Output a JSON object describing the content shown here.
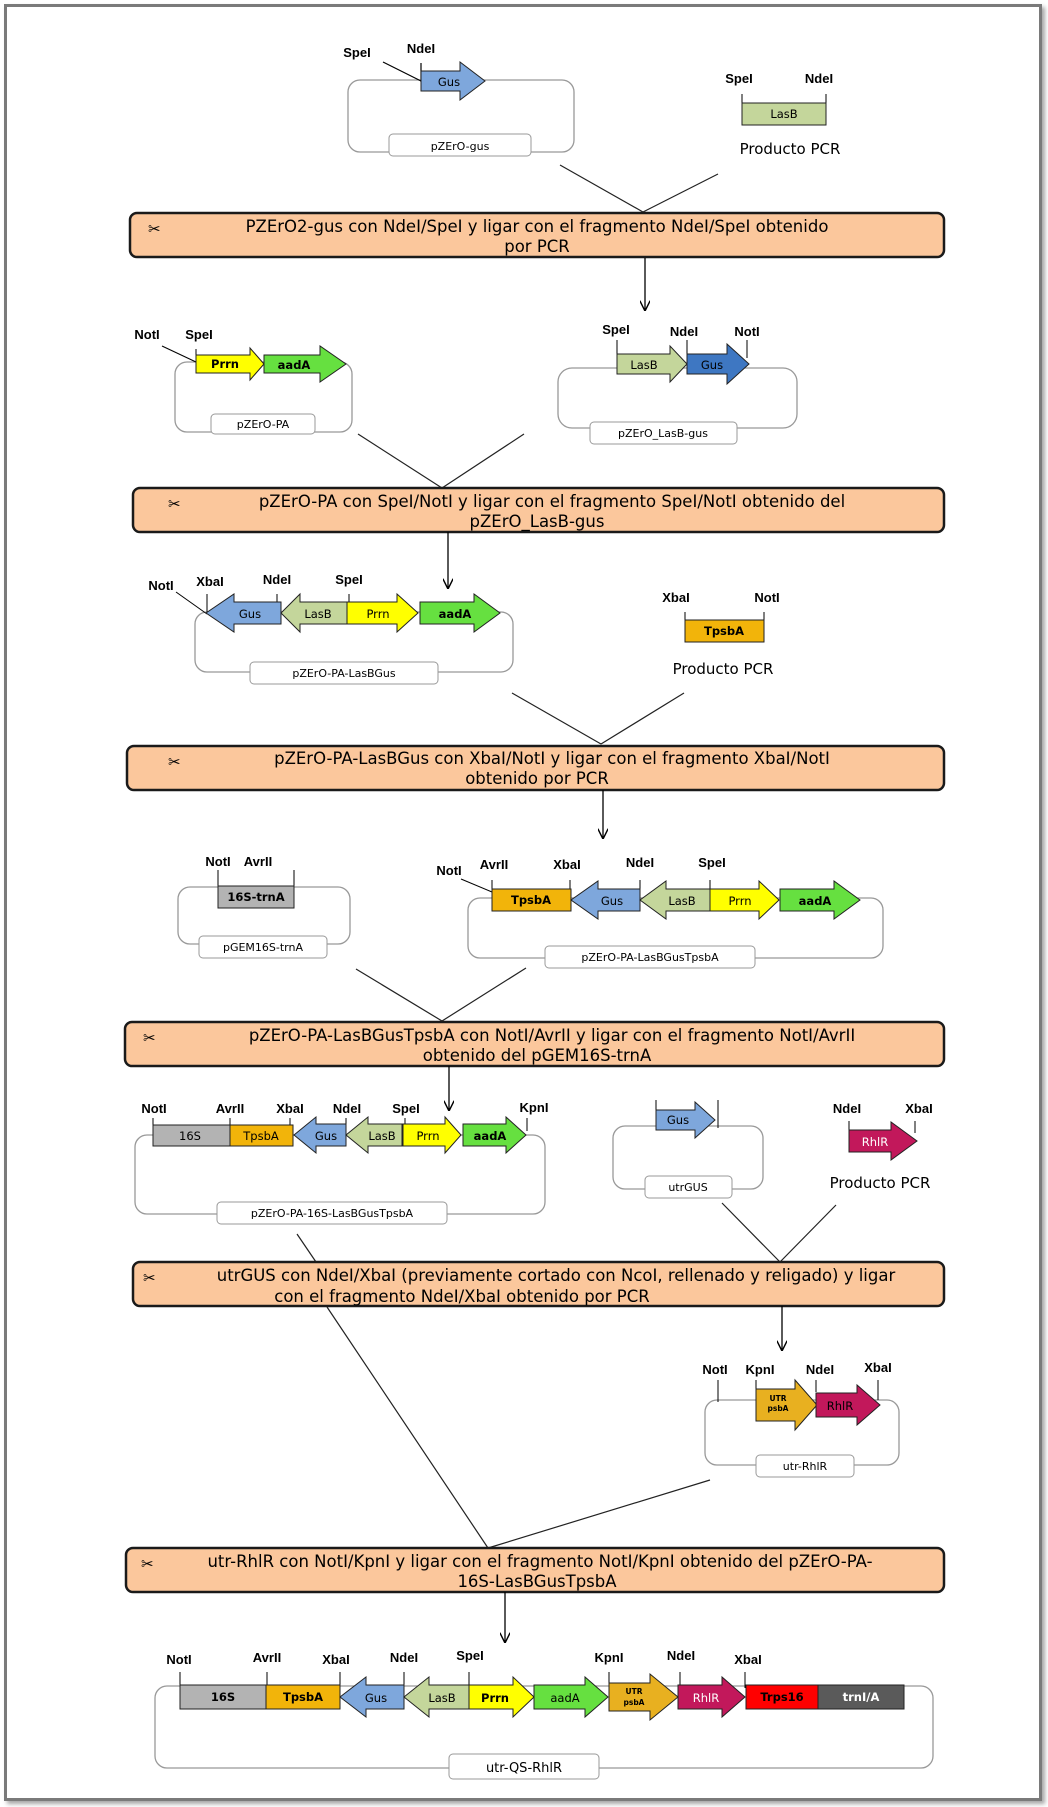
{
  "plasmids": {
    "pzero_gus": "pZErO-gus",
    "pzero_pa": "pZErO-PA",
    "pzero_lasb_gus": "pZErO_LasB-gus",
    "pzero_pa_lasbgus": "pZErO-PA-LasBGus",
    "pgem16s": "pGEM16S-trnA",
    "pzero_pa_lasbgustpsba": "pZErO-PA-LasBGusTpsbA",
    "pzero_pa_16s": "pZErO-PA-16S-LasBGusTpsbA",
    "utrgus": "utrGUS",
    "utr_rhlr": "utr-RhlR",
    "utr_qs_rhlr": "utr-QS-RhlR"
  },
  "genes": {
    "gus": "Gus",
    "lasb": "LasB",
    "prrn": "Prrn",
    "aada": "aadA",
    "tpsba": "TpsbA",
    "s16_trna": "16S-trnA",
    "s16": "16S",
    "rhlr": "RhlR",
    "utr1": "UTR",
    "utr2": "psbA",
    "trps16": "Trps16",
    "trnia": "trnI/A"
  },
  "sites": {
    "spei": "SpeI",
    "ndei": "NdeI",
    "noti": "NotI",
    "xbai": "XbaI",
    "avrii": "AvrII",
    "kpni": "KpnI"
  },
  "pcr_product": "Producto PCR",
  "steps": {
    "s1_l1": "PZErO2-gus con NdeI/SpeI  y ligar con el fragmento NdeI/SpeI  obtenido",
    "s1_l2": "por PCR",
    "s2_l1": "pZErO-PA con SpeI/NotI y ligar con el fragmento SpeI/NotI obtenido del",
    "s2_l2": "pZErO_LasB-gus",
    "s3_l1": "pZErO-PA-LasBGus con XbaI/NotI  y ligar con el fragmento XbaI/NotI",
    "s3_l2": "obtenido por PCR",
    "s4_l1": "pZErO-PA-LasBGusTpsbA  con NotI/AvrII  y ligar con el fragmento NotI/AvrII",
    "s4_l2": "obtenido del pGEM16S-trnA",
    "s5_l1": "utrGUS con NdeI/XbaI (previamente cortado con NcoI, rellenado y religado)  y ligar",
    "s5_l2": "con el fragmento NdeI/XbaI obtenido por PCR",
    "s6_l1": "utr-RhlR con NotI/KpnI y ligar con el fragmento NotI/KpnI obtenido del pZErO-PA-",
    "s6_l2": "16S-LasBGusTpsbA"
  },
  "colors": {
    "step_fill": "#fbc79c",
    "step_border": "#1a1a1a",
    "gus": "#7ea7dc",
    "lasb": "#c4d69b",
    "prrn": "#ffff00",
    "aada": "#66e040",
    "tpsba": "#f2b40a",
    "grey": "#b3b3b3",
    "rhlr": "#c2185b",
    "utr": "#e8b020",
    "trps16": "#ff0000",
    "trnia": "#5a5a5a"
  }
}
